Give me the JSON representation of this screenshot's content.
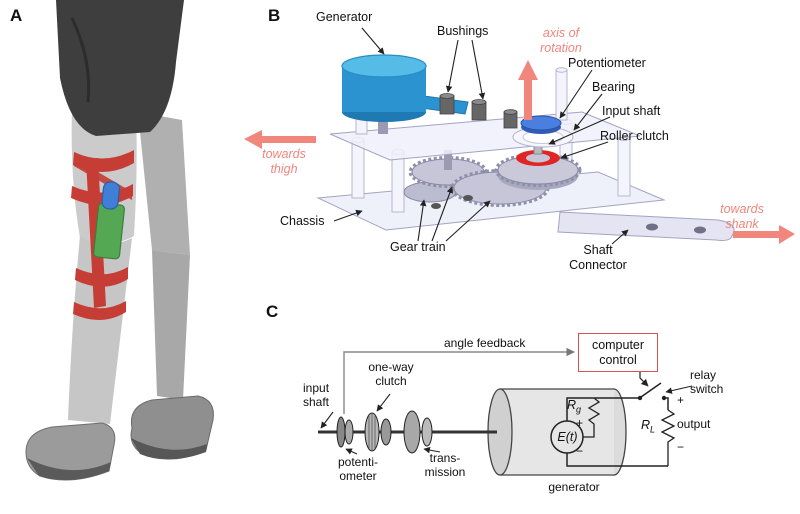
{
  "figure": {
    "panel_a_label": "A",
    "panel_b_label": "B",
    "panel_c_label": "C"
  },
  "colors": {
    "accent_pink": "#f0867c",
    "brace_red": "#c63d36",
    "device_green": "#54a854",
    "device_blue": "#3f7fd6",
    "generator_blue": "#2f9ad8",
    "chassis_lavender": "#eef0fa",
    "roller_clutch_red": "#e02525",
    "control_box_border": "#d9534f"
  },
  "panel_b": {
    "callouts": {
      "generator": "Generator",
      "bushings": "Bushings",
      "potentiometer": "Potentiometer",
      "bearing": "Bearing",
      "input_shaft": "Input shaft",
      "roller_clutch": "Roller clutch",
      "chassis": "Chassis",
      "gear_train": "Gear train",
      "shaft_connector": "Shaft\nConnector"
    },
    "direction_labels": {
      "axis_of_rotation": "axis of\nrotation",
      "towards_thigh": "towards\nthigh",
      "towards_shank": "towards\nshank"
    }
  },
  "panel_c": {
    "labels": {
      "angle_feedback": "angle feedback",
      "computer_control": "computer\ncontrol",
      "relay_switch": "relay\nswitch",
      "input_shaft": "input\nshaft",
      "one_way_clutch": "one-way\nclutch",
      "potentiometer": "potenti-\nometer",
      "transmission": "trans-\nmission",
      "generator": "generator",
      "output": "output",
      "plus": "+",
      "minus": "−",
      "emf": "E(t)",
      "r_base": "R",
      "rg_sub": "g",
      "rl_sub": "L"
    }
  }
}
